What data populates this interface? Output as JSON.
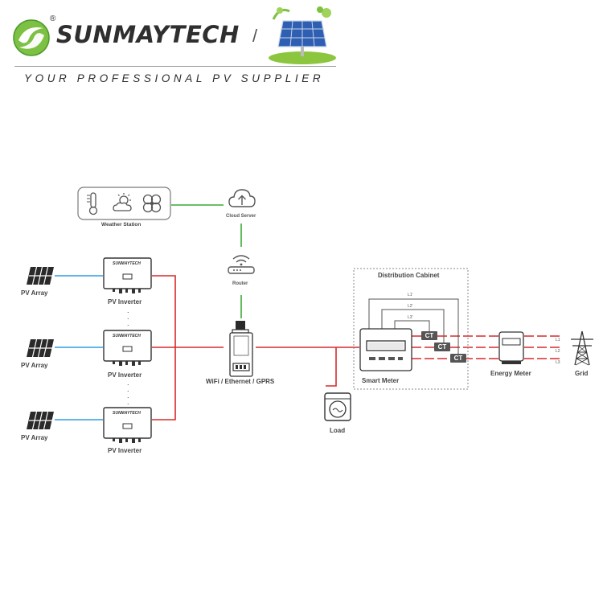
{
  "header": {
    "brand": "SUNMAYTECH",
    "registered_mark": "®",
    "slogan": "YOUR PROFESSIONAL PV SUPPLIER",
    "separator": "/"
  },
  "diagram": {
    "weather_station_label": "Weather Station",
    "cloud_server_label": "Cloud Server",
    "router_label": "Router",
    "pv_array_labels": [
      "PV Array",
      "PV Array",
      "PV Array"
    ],
    "pv_inverter_labels": [
      "PV Inverter",
      "PV Inverter",
      "PV Inverter"
    ],
    "inverter_brand": "SUNMAYTECH",
    "dots": ".",
    "logger_label": "WiFi / Ethernet / GPRS",
    "load_label": "Load",
    "distribution_cabinet_label": "Distribution Cabinet",
    "smart_meter_label": "Smart Meter",
    "ct_labels": [
      "CT",
      "CT",
      "CT"
    ],
    "cabinet_line_labels": [
      "L1'",
      "L2'",
      "L3'"
    ],
    "energy_meter_label": "Energy Meter",
    "grid_line_labels": [
      "L1",
      "L2",
      "L3"
    ],
    "grid_label": "Grid",
    "colors": {
      "data_link": "#3aaa35",
      "pv_link": "#2e9ee0",
      "power_link": "#d82a2a",
      "brand_green": "#6dbb2f"
    },
    "icons": [
      "thermometer-icon",
      "sun-cloud-icon",
      "fan-icon",
      "cloud-upload-icon",
      "router-icon",
      "solar-panel-icon",
      "inverter-icon",
      "datalogger-icon",
      "washing-machine-icon",
      "smart-meter-icon",
      "energy-meter-icon",
      "transmission-tower-icon"
    ]
  }
}
